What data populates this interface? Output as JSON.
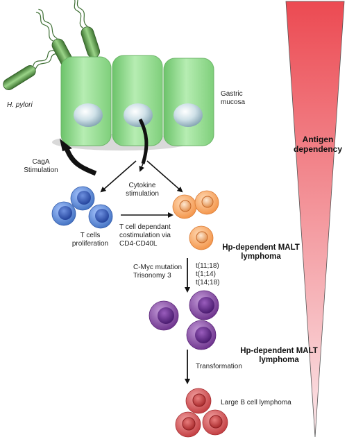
{
  "labels": {
    "h_pylori": "H. pylori",
    "gastric_mucosa": [
      "Gastric",
      "mucosa"
    ],
    "antigen_dependency": [
      "Antigen",
      "dependency"
    ],
    "caga_stimulation": [
      "CagA",
      "Stimulation"
    ],
    "cytokine_stimulation": [
      "Cytokine",
      "stimulation"
    ],
    "t_cells_proliferation": [
      "T cells",
      "proliferation"
    ],
    "t_cell_costimulation": [
      "T cell dependant",
      "costimulation via",
      "CD4-CD40L"
    ],
    "hp_malt_1": [
      "Hp-dependent MALT",
      "lymphoma"
    ],
    "translocations": [
      "t(11;18)",
      "t(1;14)",
      "t(14;18)"
    ],
    "cmyc_trisomy": [
      "C-Myc mutation",
      "Trisonomy 3"
    ],
    "hp_malt_2": [
      "Hp-dependent MALT",
      "lymphoma"
    ],
    "transformation": "Transformation",
    "large_b_cell": "Large B cell lymphoma"
  },
  "colors": {
    "gradient_top": "#ec4a52",
    "gradient_bottom": "#fbe7ea",
    "mucosa_green": "#8fd98c",
    "t_cell_blue": "#4f7fd0",
    "orange_cell": "#f6a862",
    "purple_cell": "#8a4aa6",
    "red_cell": "#d9575a",
    "bacteria": "#4f8a40"
  }
}
